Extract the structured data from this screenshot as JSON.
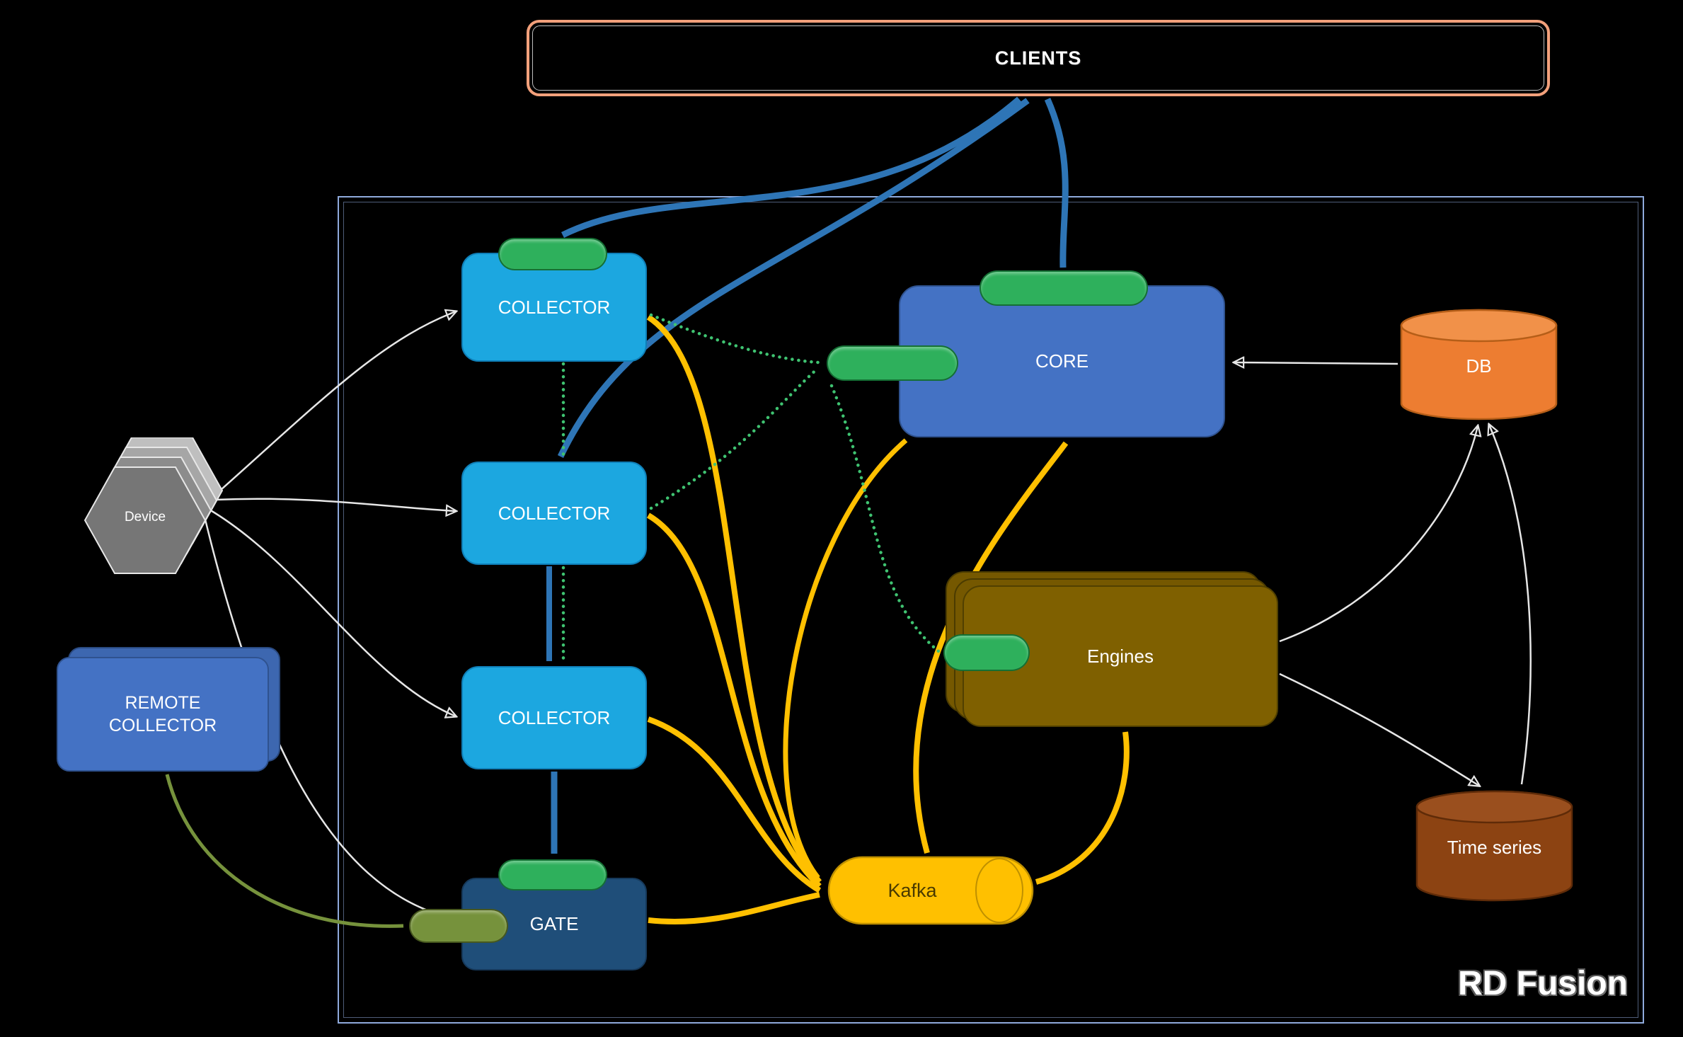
{
  "diagram": {
    "title": "RD Fusion",
    "clients_label": "CLIENTS",
    "nodes": {
      "collector1": "COLLECTOR",
      "collector2": "COLLECTOR",
      "collector3": "COLLECTOR",
      "core": "CORE",
      "engines": "Engines",
      "kafka": "Kafka",
      "gate": "GATE",
      "device": "Device",
      "remote_collector": "REMOTE COLLECTOR",
      "db": "DB",
      "time_series": "Time series"
    },
    "colors": {
      "background": "#000000",
      "collector": "#1CA7E0",
      "core": "#4472C4",
      "engines": "#7F6000",
      "kafka": "#FFC000",
      "gate": "#1F4E79",
      "green_pill": "#2EB05C",
      "olive_pill": "#76923C",
      "remote_collector": "#4472C4",
      "db": "#ED7D31",
      "time_series": "#8C4312",
      "device": "#767676",
      "clients_border": "#F2A07B",
      "container_border": "#8FAADC",
      "arrow_blue": "#2E75B6",
      "arrow_gold": "#FFC000",
      "arrow_green": "#3FC371",
      "arrow_olive": "#76923C",
      "arrow_white": "#E6E6E6"
    }
  }
}
